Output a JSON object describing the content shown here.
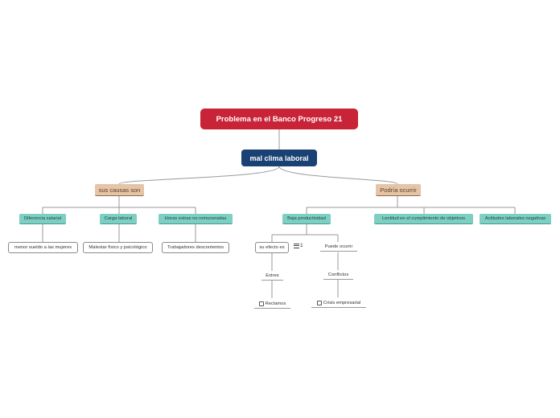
{
  "root": "Problema en el Banco Progreso 21",
  "main": "mal clima laboral",
  "causes": {
    "label": "sus causas son",
    "items": [
      {
        "label": "Diferencia salarial",
        "child": "menor sueldo a las mujeres"
      },
      {
        "label": "Carga laboral",
        "child": "Malestar físico y psicológico"
      },
      {
        "label": "Horas extras no remuneradas",
        "child": "Trabajadores descontentos"
      }
    ]
  },
  "effects": {
    "label": "Podría ocurrir",
    "items": [
      {
        "label": "Baja productividad"
      },
      {
        "label": "Lentitud en el cumplimiento de objetivos"
      },
      {
        "label": "Actitudes laborales negativas"
      }
    ],
    "sub": {
      "left": {
        "label": "su efecto es",
        "badge_count": "1",
        "child": "Estres",
        "grandchild": "Reclamos"
      },
      "right": {
        "label": "Puede ocurrir",
        "child": "Conflictos",
        "grandchild": "Crisis empresarial"
      }
    }
  }
}
